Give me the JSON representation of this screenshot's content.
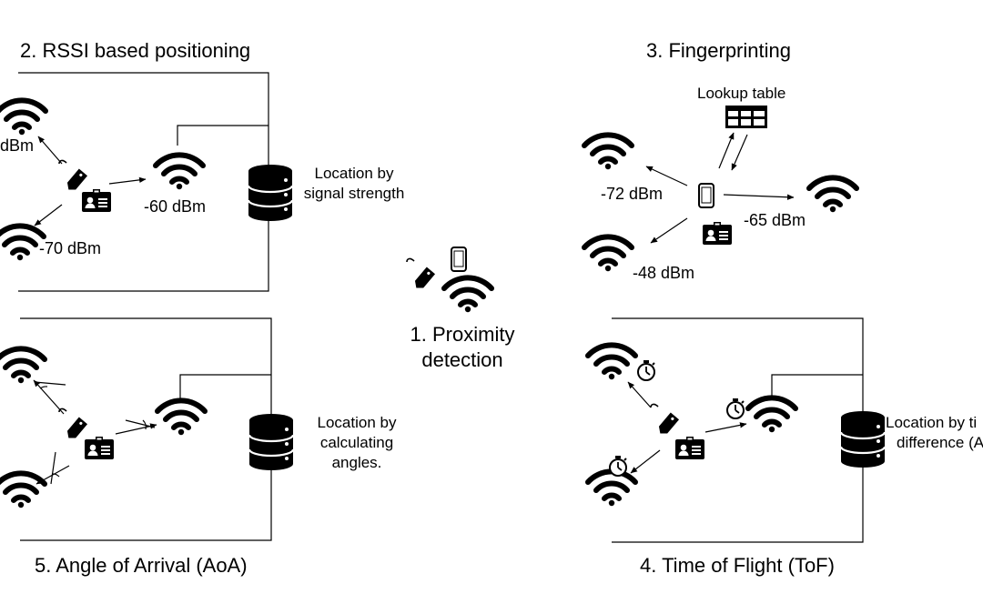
{
  "proximity": {
    "title_line1": "1. Proximity",
    "title_line2": "detection"
  },
  "rssi": {
    "title": "2. RSSI based positioning",
    "signal_upper_left": "dBm",
    "signal_right": "-60 dBm",
    "signal_lower_left": "-70 dBm",
    "caption_line1": "Location by",
    "caption_line2": "signal strength"
  },
  "fingerprinting": {
    "title": "3. Fingerprinting",
    "lookup_label": "Lookup table",
    "signal_left": "-72 dBm",
    "signal_right": "-65 dBm",
    "signal_bottom": "-48 dBm"
  },
  "tof": {
    "title": "4. Time of Flight (ToF)",
    "caption_line1": "Location by ti",
    "caption_line2": "difference (A"
  },
  "aoa": {
    "title": "5. Angle of Arrival (AoA)",
    "caption_line1": "Location by",
    "caption_line2": "calculating",
    "caption_line3": "angles."
  },
  "icons": [
    "wifi-icon",
    "tag-icon",
    "id-card-icon",
    "smartphone-icon",
    "database-icon",
    "table-icon",
    "stopwatch-icon"
  ]
}
